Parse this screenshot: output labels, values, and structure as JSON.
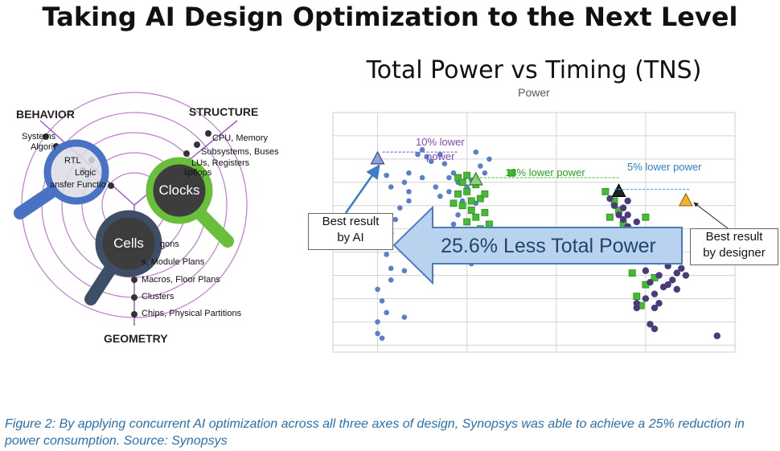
{
  "page": {
    "title": "Taking AI Design Optimization to the Next Level",
    "caption": "Figure 2: By applying concurrent AI optimization across all three axes of design, Synopsys was able to achieve a 25% reduction in power consumption. Source: Synopsys"
  },
  "diagram": {
    "axes": {
      "behavior": "BEHAVIOR",
      "structure": "STRUCTURE",
      "geometry": "GEOMETRY"
    },
    "behavior_levels": [
      "Systems",
      "Algorit",
      "RTL",
      "Logic",
      "ansfer Functio"
    ],
    "structure_levels": [
      "CPU, Memory",
      "Subsystems, Buses",
      "LUs, Registers",
      "lipflops"
    ],
    "geometry_levels": [
      "gons",
      "s, Module Plans",
      "Macros, Floor Plans",
      "Clusters",
      "Chips, Physical Partitions"
    ],
    "lenses": {
      "clocks": "Clocks",
      "cells": "Cells"
    },
    "colors": {
      "behavior_lens": "#4a72c4",
      "clocks_lens": "#6abf3a",
      "cells_lens": "#3c4f66",
      "rings": "#c07ad0"
    }
  },
  "chart_data": {
    "type": "scatter",
    "title": "Total Power vs Timing (TNS)",
    "ylabel": "Power",
    "grid": true,
    "colors": {
      "ai_blue": "#5b7fcc",
      "ai_green": "#44bb33",
      "designer_purple": "#4b3b7a",
      "triangle_ai": "#8e9fd6",
      "triangle_designer": "#f2b233",
      "arrow": "#b9d3ef"
    },
    "series": [
      {
        "marker": "circle",
        "color": "blue",
        "points": [
          [
            0.2,
            7.3
          ],
          [
            0.3,
            6.8
          ],
          [
            0.5,
            5.9
          ],
          [
            0.4,
            5.4
          ],
          [
            0.2,
            3.9
          ],
          [
            0.0,
            2.4
          ],
          [
            0.1,
            1.9
          ],
          [
            0.2,
            1.4
          ],
          [
            0.0,
            1.0
          ],
          [
            0.0,
            0.5
          ],
          [
            0.1,
            0.3
          ],
          [
            0.6,
            1.2
          ],
          [
            0.3,
            2.8
          ],
          [
            0.3,
            3.3
          ],
          [
            0.6,
            3.2
          ],
          [
            0.8,
            4.3
          ],
          [
            0.3,
            4.8
          ],
          [
            0.6,
            4.6
          ],
          [
            0.7,
            6.2
          ],
          [
            0.7,
            6.6
          ],
          [
            0.6,
            7.0
          ],
          [
            0.7,
            7.4
          ],
          [
            0.9,
            8.2
          ],
          [
            1.0,
            8.4
          ],
          [
            1.1,
            8.1
          ],
          [
            1.2,
            7.9
          ],
          [
            1.4,
            8.2
          ],
          [
            1.5,
            7.8
          ],
          [
            1.6,
            7.2
          ],
          [
            1.7,
            7.4
          ],
          [
            1.3,
            6.8
          ],
          [
            1.0,
            7.2
          ],
          [
            1.4,
            6.4
          ],
          [
            1.6,
            6.6
          ],
          [
            1.8,
            7.0
          ],
          [
            1.9,
            6.2
          ],
          [
            2.0,
            6.8
          ],
          [
            2.1,
            7.1
          ],
          [
            2.2,
            8.3
          ],
          [
            2.3,
            7.7
          ],
          [
            1.8,
            5.6
          ],
          [
            1.7,
            5.2
          ],
          [
            1.9,
            4.8
          ],
          [
            2.2,
            6.1
          ],
          [
            1.5,
            4.4
          ],
          [
            1.2,
            3.0
          ],
          [
            2.1,
            3.5
          ],
          [
            2.4,
            7.4
          ],
          [
            2.5,
            8.0
          ],
          [
            1.1,
            3.6
          ]
        ]
      },
      {
        "marker": "square",
        "color": "green",
        "points": [
          [
            1.8,
            7.2
          ],
          [
            1.9,
            7.0
          ],
          [
            2.0,
            7.3
          ],
          [
            1.8,
            6.5
          ],
          [
            2.0,
            6.6
          ],
          [
            2.1,
            6.2
          ],
          [
            1.9,
            6.0
          ],
          [
            2.1,
            5.8
          ],
          [
            2.2,
            5.5
          ],
          [
            2.0,
            5.3
          ],
          [
            2.3,
            5.0
          ],
          [
            2.2,
            4.6
          ],
          [
            2.3,
            6.3
          ],
          [
            2.4,
            5.7
          ],
          [
            2.5,
            5.2
          ],
          [
            2.1,
            4.9
          ],
          [
            2.4,
            4.8
          ],
          [
            1.7,
            6.1
          ],
          [
            2.2,
            6.9
          ],
          [
            2.4,
            6.5
          ],
          [
            5.1,
            6.6
          ],
          [
            5.3,
            6.2
          ],
          [
            5.4,
            5.8
          ],
          [
            5.5,
            5.2
          ],
          [
            5.2,
            5.5
          ],
          [
            5.6,
            5.0
          ],
          [
            5.4,
            4.7
          ],
          [
            5.8,
            2.1
          ],
          [
            6.0,
            2.6
          ],
          [
            5.9,
            1.7
          ],
          [
            6.2,
            2.9
          ],
          [
            5.7,
            3.1
          ],
          [
            3.0,
            7.4
          ],
          [
            6.0,
            5.5
          ]
        ]
      },
      {
        "marker": "circle",
        "color": "purple",
        "points": [
          [
            5.2,
            6.3
          ],
          [
            5.3,
            6.0
          ],
          [
            5.5,
            5.9
          ],
          [
            5.6,
            6.2
          ],
          [
            5.4,
            5.6
          ],
          [
            5.5,
            5.4
          ],
          [
            5.6,
            5.1
          ],
          [
            5.8,
            5.3
          ],
          [
            5.7,
            4.9
          ],
          [
            5.9,
            4.6
          ],
          [
            6.0,
            4.3
          ],
          [
            6.1,
            4.0
          ],
          [
            6.3,
            3.6
          ],
          [
            6.5,
            3.4
          ],
          [
            6.7,
            3.1
          ],
          [
            6.8,
            3.3
          ],
          [
            6.9,
            3.0
          ],
          [
            6.6,
            2.8
          ],
          [
            6.3,
            3.0
          ],
          [
            6.0,
            3.2
          ],
          [
            6.1,
            2.7
          ],
          [
            6.4,
            2.5
          ],
          [
            6.2,
            2.2
          ],
          [
            6.0,
            2.0
          ],
          [
            5.8,
            1.6
          ],
          [
            6.3,
            1.8
          ],
          [
            6.7,
            2.4
          ],
          [
            6.5,
            2.6
          ],
          [
            6.2,
            1.6
          ],
          [
            6.1,
            0.9
          ],
          [
            6.2,
            0.7
          ],
          [
            5.8,
            1.8
          ],
          [
            5.6,
            5.6
          ],
          [
            7.6,
            0.4
          ]
        ]
      }
    ],
    "markers": [
      {
        "name": "Best result by AI",
        "shape": "triangle",
        "x": 0.0,
        "y": 8.0
      },
      {
        "name": "AI green best",
        "shape": "triangle",
        "x": 2.2,
        "y": 7.1
      },
      {
        "name": "Best result by designer",
        "shape": "triangle",
        "x": 6.9,
        "y": 6.2
      },
      {
        "name": "designer black",
        "shape": "triangle",
        "x": 5.4,
        "y": 6.6
      }
    ],
    "annotations": {
      "lower10": "10% lower",
      "lower10b": "power",
      "lower13": "13% lower power",
      "lower5": "5% lower power",
      "arrow_text": "25.6% Less Total Power",
      "callout_ai_1": "Best result",
      "callout_ai_2": "by AI",
      "callout_des_1": "Best result",
      "callout_des_2": "by designer"
    },
    "xlim": [
      -1.0,
      8.0
    ],
    "ylim": [
      -0.3,
      10.0
    ]
  }
}
